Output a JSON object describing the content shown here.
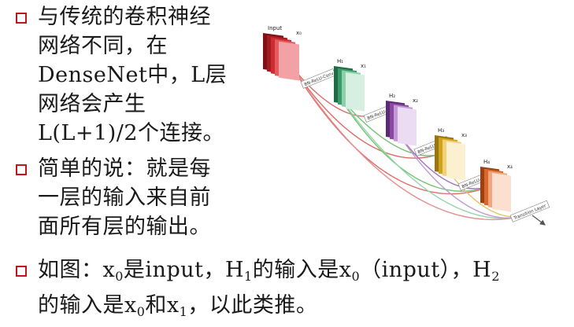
{
  "bullets": {
    "b1": {
      "lines": [
        "与传统的卷积神经",
        "网络不同，在",
        "DenseNet中，L层",
        "网络会产生",
        "L(L+1)/2个连接。"
      ]
    },
    "b2": {
      "lines": [
        "简单的说：就是每",
        "一层的输入来自前",
        "面所有层的输出。"
      ]
    },
    "b3": {
      "p1": "如图：x",
      "s1": "0",
      "p2": "是input，H",
      "s2": "1",
      "p3": "的输入是x",
      "s3": "0",
      "p4": "（input），H",
      "s4": "2",
      "p5": "的输入是x",
      "s5": "0",
      "p6": "和x",
      "s6": "1",
      "p7": "，以此类推。"
    }
  },
  "figure": {
    "input_label": "Input",
    "x0": "x₀",
    "h1": "H₁",
    "x1": "x₁",
    "h2": "H₂",
    "x2": "x₂",
    "h3": "H₃",
    "x3": "x₃",
    "h4": "H₄",
    "x4": "x₄",
    "brc": "BN-ReLU-Conv",
    "transition": "Transition Layer"
  },
  "colors": {
    "bullet": "#c0161c",
    "input": "#cc2d33",
    "block1": "#3a9b6a",
    "block2": "#8a4aa3",
    "block3": "#d1a21c",
    "block4": "#d8692a"
  }
}
